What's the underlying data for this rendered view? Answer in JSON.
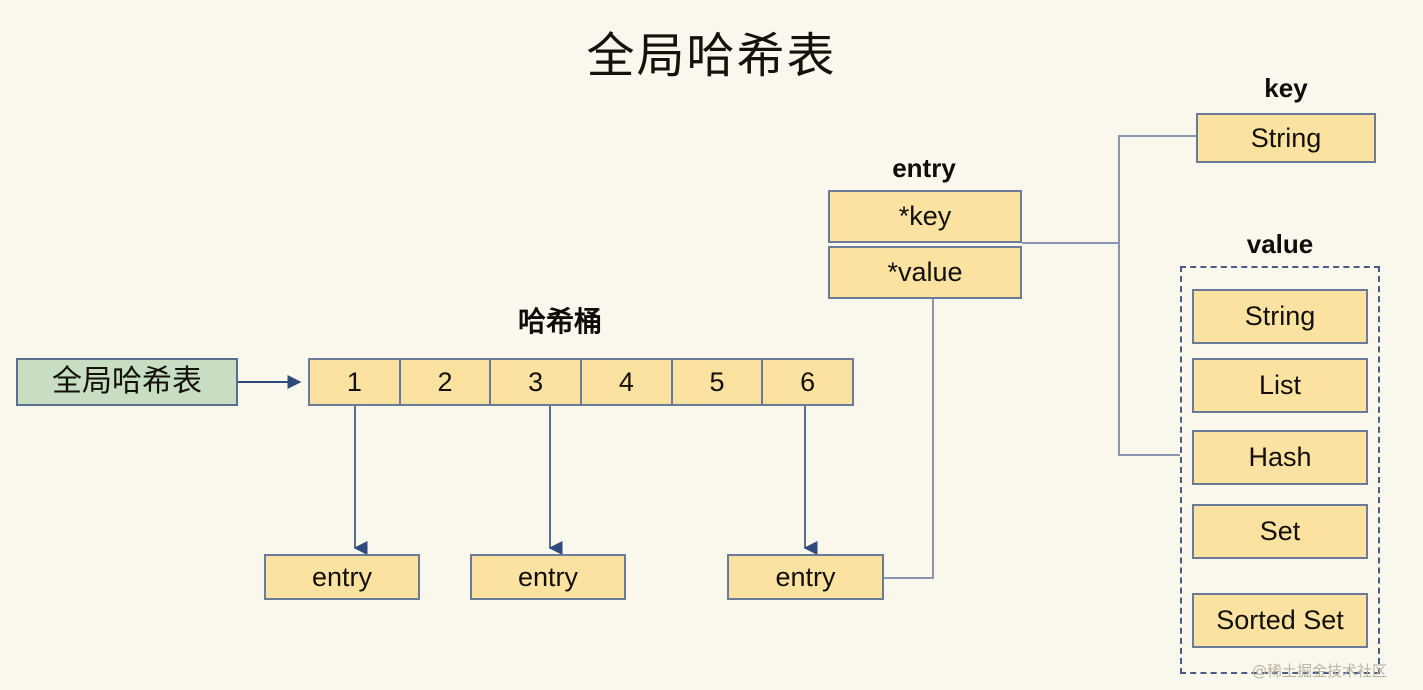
{
  "page": {
    "title": "全局哈希表",
    "background_color": "#faf7ec",
    "box_fill": "#fbe2a0",
    "box_border": "#6b7a96",
    "green_fill": "#c7dec2",
    "connector_color": "#6b7a96",
    "arrow_color": "#2f4a7c",
    "watermark": "@稀土掘金技术社区"
  },
  "root": {
    "label": "全局哈希表"
  },
  "bucket": {
    "label": "哈希桶",
    "cells": [
      "1",
      "2",
      "3",
      "4",
      "5",
      "6"
    ]
  },
  "entries": [
    {
      "label": "entry"
    },
    {
      "label": "entry"
    },
    {
      "label": "entry"
    }
  ],
  "entry_struct": {
    "label": "entry",
    "fields": [
      {
        "label": "*key"
      },
      {
        "label": "*value"
      }
    ]
  },
  "key_group": {
    "label": "key",
    "types": [
      "String"
    ]
  },
  "value_group": {
    "label": "value",
    "types": [
      "String",
      "List",
      "Hash",
      "Set",
      "Sorted Set"
    ]
  }
}
